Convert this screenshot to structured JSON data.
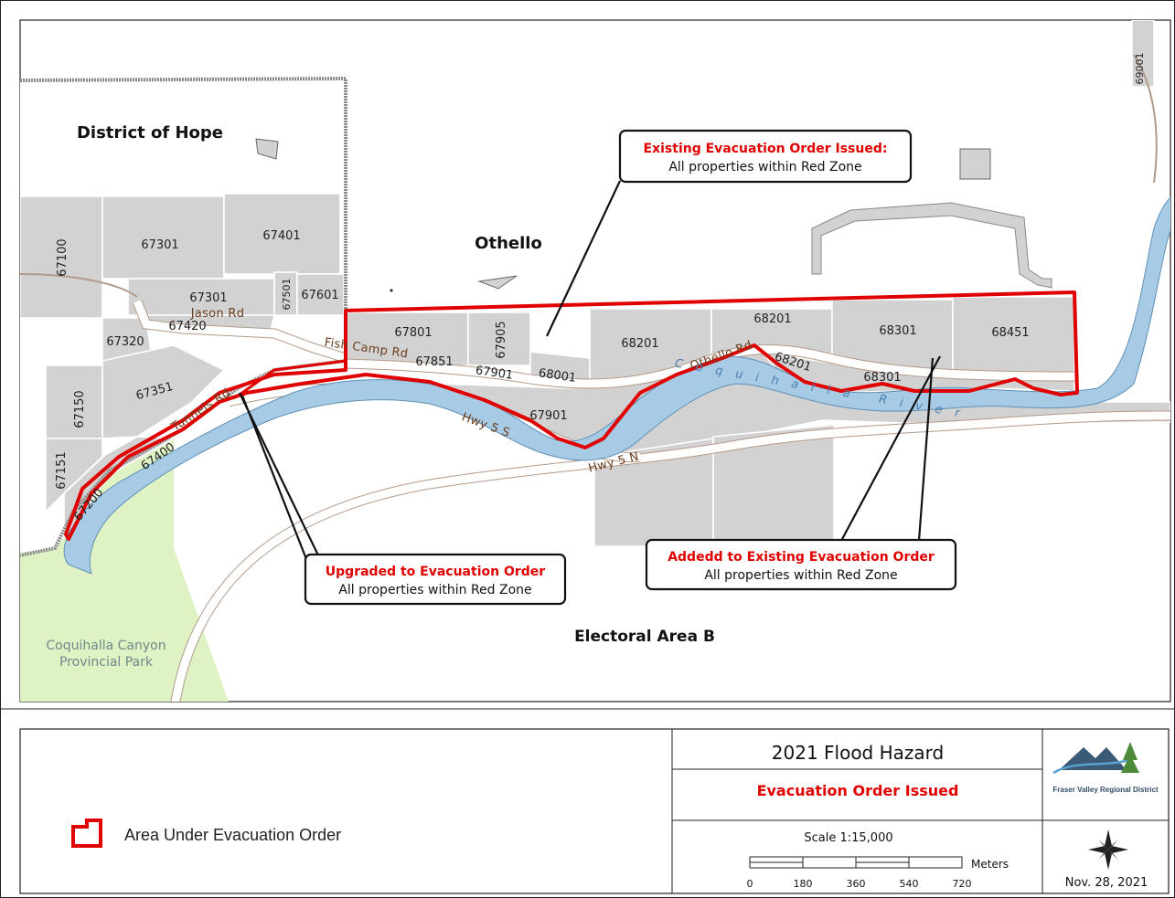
{
  "map": {
    "district_label": "District of Hope",
    "community_label": "Othello",
    "area_label": "Electoral Area B",
    "park_label_line1": "Coquihalla Canyon",
    "park_label_line2": "Provincial Park",
    "river_label": "Coquihalla River",
    "roads": {
      "jason": "Jason Rd",
      "fish_camp": "Fish Camp Rd",
      "tunnels": "Tunnels Rd",
      "othello": "Othello Rd",
      "hwy_s": "Hwy 5 S",
      "hwy_n": "Hwy 5 N"
    },
    "parcels": {
      "p67100": "67100",
      "p67301a": "67301",
      "p67401": "67401",
      "p67301b": "67301",
      "p67501": "67501",
      "p67601": "67601",
      "p67420": "67420",
      "p67320": "67320",
      "p67351": "67351",
      "p67150": "67150",
      "p67151": "67151",
      "p67200": "67200",
      "p67400": "67400",
      "p67801": "67801",
      "p67851": "67851",
      "p67905": "67905",
      "p67901a": "67901",
      "p68001": "68001",
      "p67901b": "67901",
      "p68201a": "68201",
      "p68201b": "68201",
      "p68201c": "68201",
      "p68301a": "68301",
      "p68301b": "68301",
      "p68451": "68451",
      "p69001": "69001"
    },
    "callouts": {
      "existing_title": "Existing Evacuation Order Issued:",
      "existing_sub": "All properties within Red Zone",
      "upgraded_title": "Upgraded to Evacuation Order",
      "upgraded_sub": "All properties within Red Zone",
      "added_title": "Addedd to Existing Evacuation Order",
      "added_sub": "All properties within Red Zone"
    }
  },
  "legend": {
    "evac_area_label": "Area Under Evacuation Order"
  },
  "titleblock": {
    "title": "2021 Flood Hazard",
    "subtitle": "Evacuation Order Issued",
    "org": "Fraser Valley Regional District",
    "scale_label": "Scale 1:15,000",
    "scale_unit": "Meters",
    "scale_ticks": [
      "0",
      "180",
      "360",
      "540",
      "720"
    ],
    "date": "Nov. 28, 2021"
  },
  "colors": {
    "evac_red": "#e00000",
    "parcel_gray": "#d2d2d2",
    "river_blue": "#a8cbe5",
    "park_green": "#dff2c4"
  }
}
